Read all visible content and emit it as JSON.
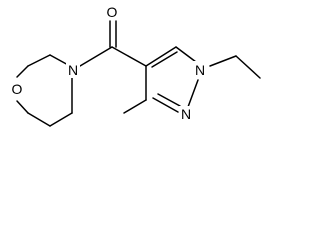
{
  "molecule": {
    "atoms": {
      "carbonyl_oxygen": "O",
      "morpholine_oxygen": "O",
      "morpholine_nitrogen": "N",
      "pyrazole_n1": "N",
      "pyrazole_n2": "N"
    },
    "colors": {
      "bond": "#000000",
      "background": "#ffffff"
    }
  }
}
